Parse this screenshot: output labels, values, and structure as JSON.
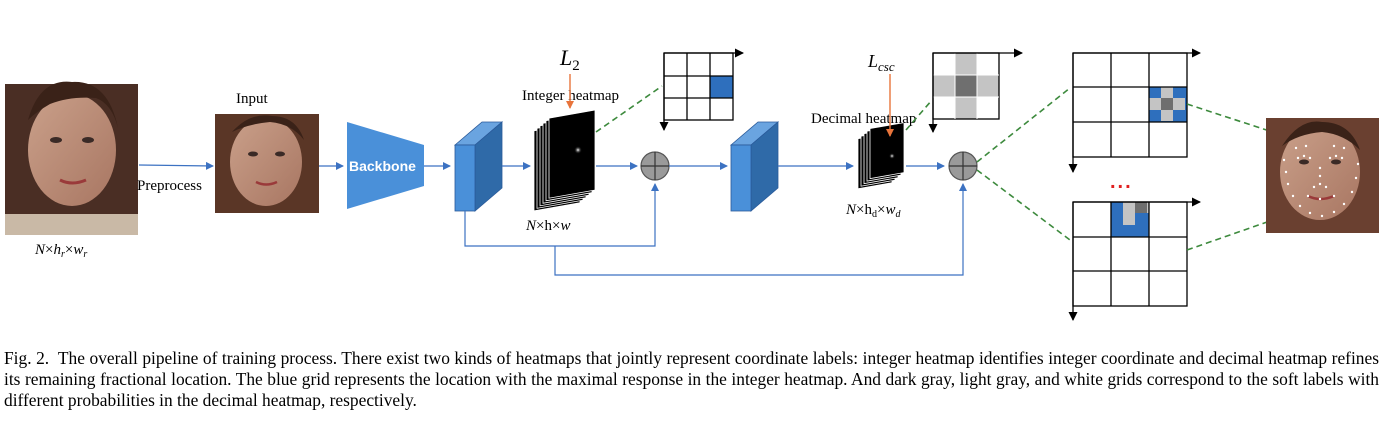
{
  "labels": {
    "input": "Input",
    "preprocess": "Preprocess",
    "backbone": "Backbone",
    "integer_heatmap": "Integer heatmap",
    "decimal_heatmap": "Decimal heatmap",
    "loss_l2_main": "L",
    "loss_l2_sub": "2",
    "loss_csc_main": "L",
    "loss_csc_sub": "csc",
    "ellipsis": "...",
    "shape_raw": {
      "n": "N",
      "times": "×",
      "h": "h",
      "h_sub": "r",
      "w": "w",
      "w_sub": "r"
    },
    "shape_int": {
      "n": "N",
      "times": "×",
      "h": "h",
      "w": "w"
    },
    "shape_dec": {
      "n": "N",
      "times": "×",
      "h": "h",
      "h_sub": "d",
      "w": "w",
      "w_sub": "d"
    }
  },
  "caption": {
    "fig": "Fig. 2.",
    "text": "The overall pipeline of training process. There exist two kinds of heatmaps that jointly represent coordinate labels: integer heatmap identifies integer coordinate and decimal heatmap refines its remaining fractional location. The blue grid represents the location with the maximal response in the integer heatmap. And dark gray, light gray, and white grids correspond to the soft labels with different probabilities in the decimal heatmap, respectively."
  },
  "colors": {
    "blue": "#2e6fbd",
    "block_front": "#4a90d9",
    "arrow": "#3c72c2",
    "loss_arrow": "#e8743b",
    "dashed": "#3d8a3d",
    "dark_gray": "#6f6f6f",
    "light_gray": "#c4c4c4"
  }
}
